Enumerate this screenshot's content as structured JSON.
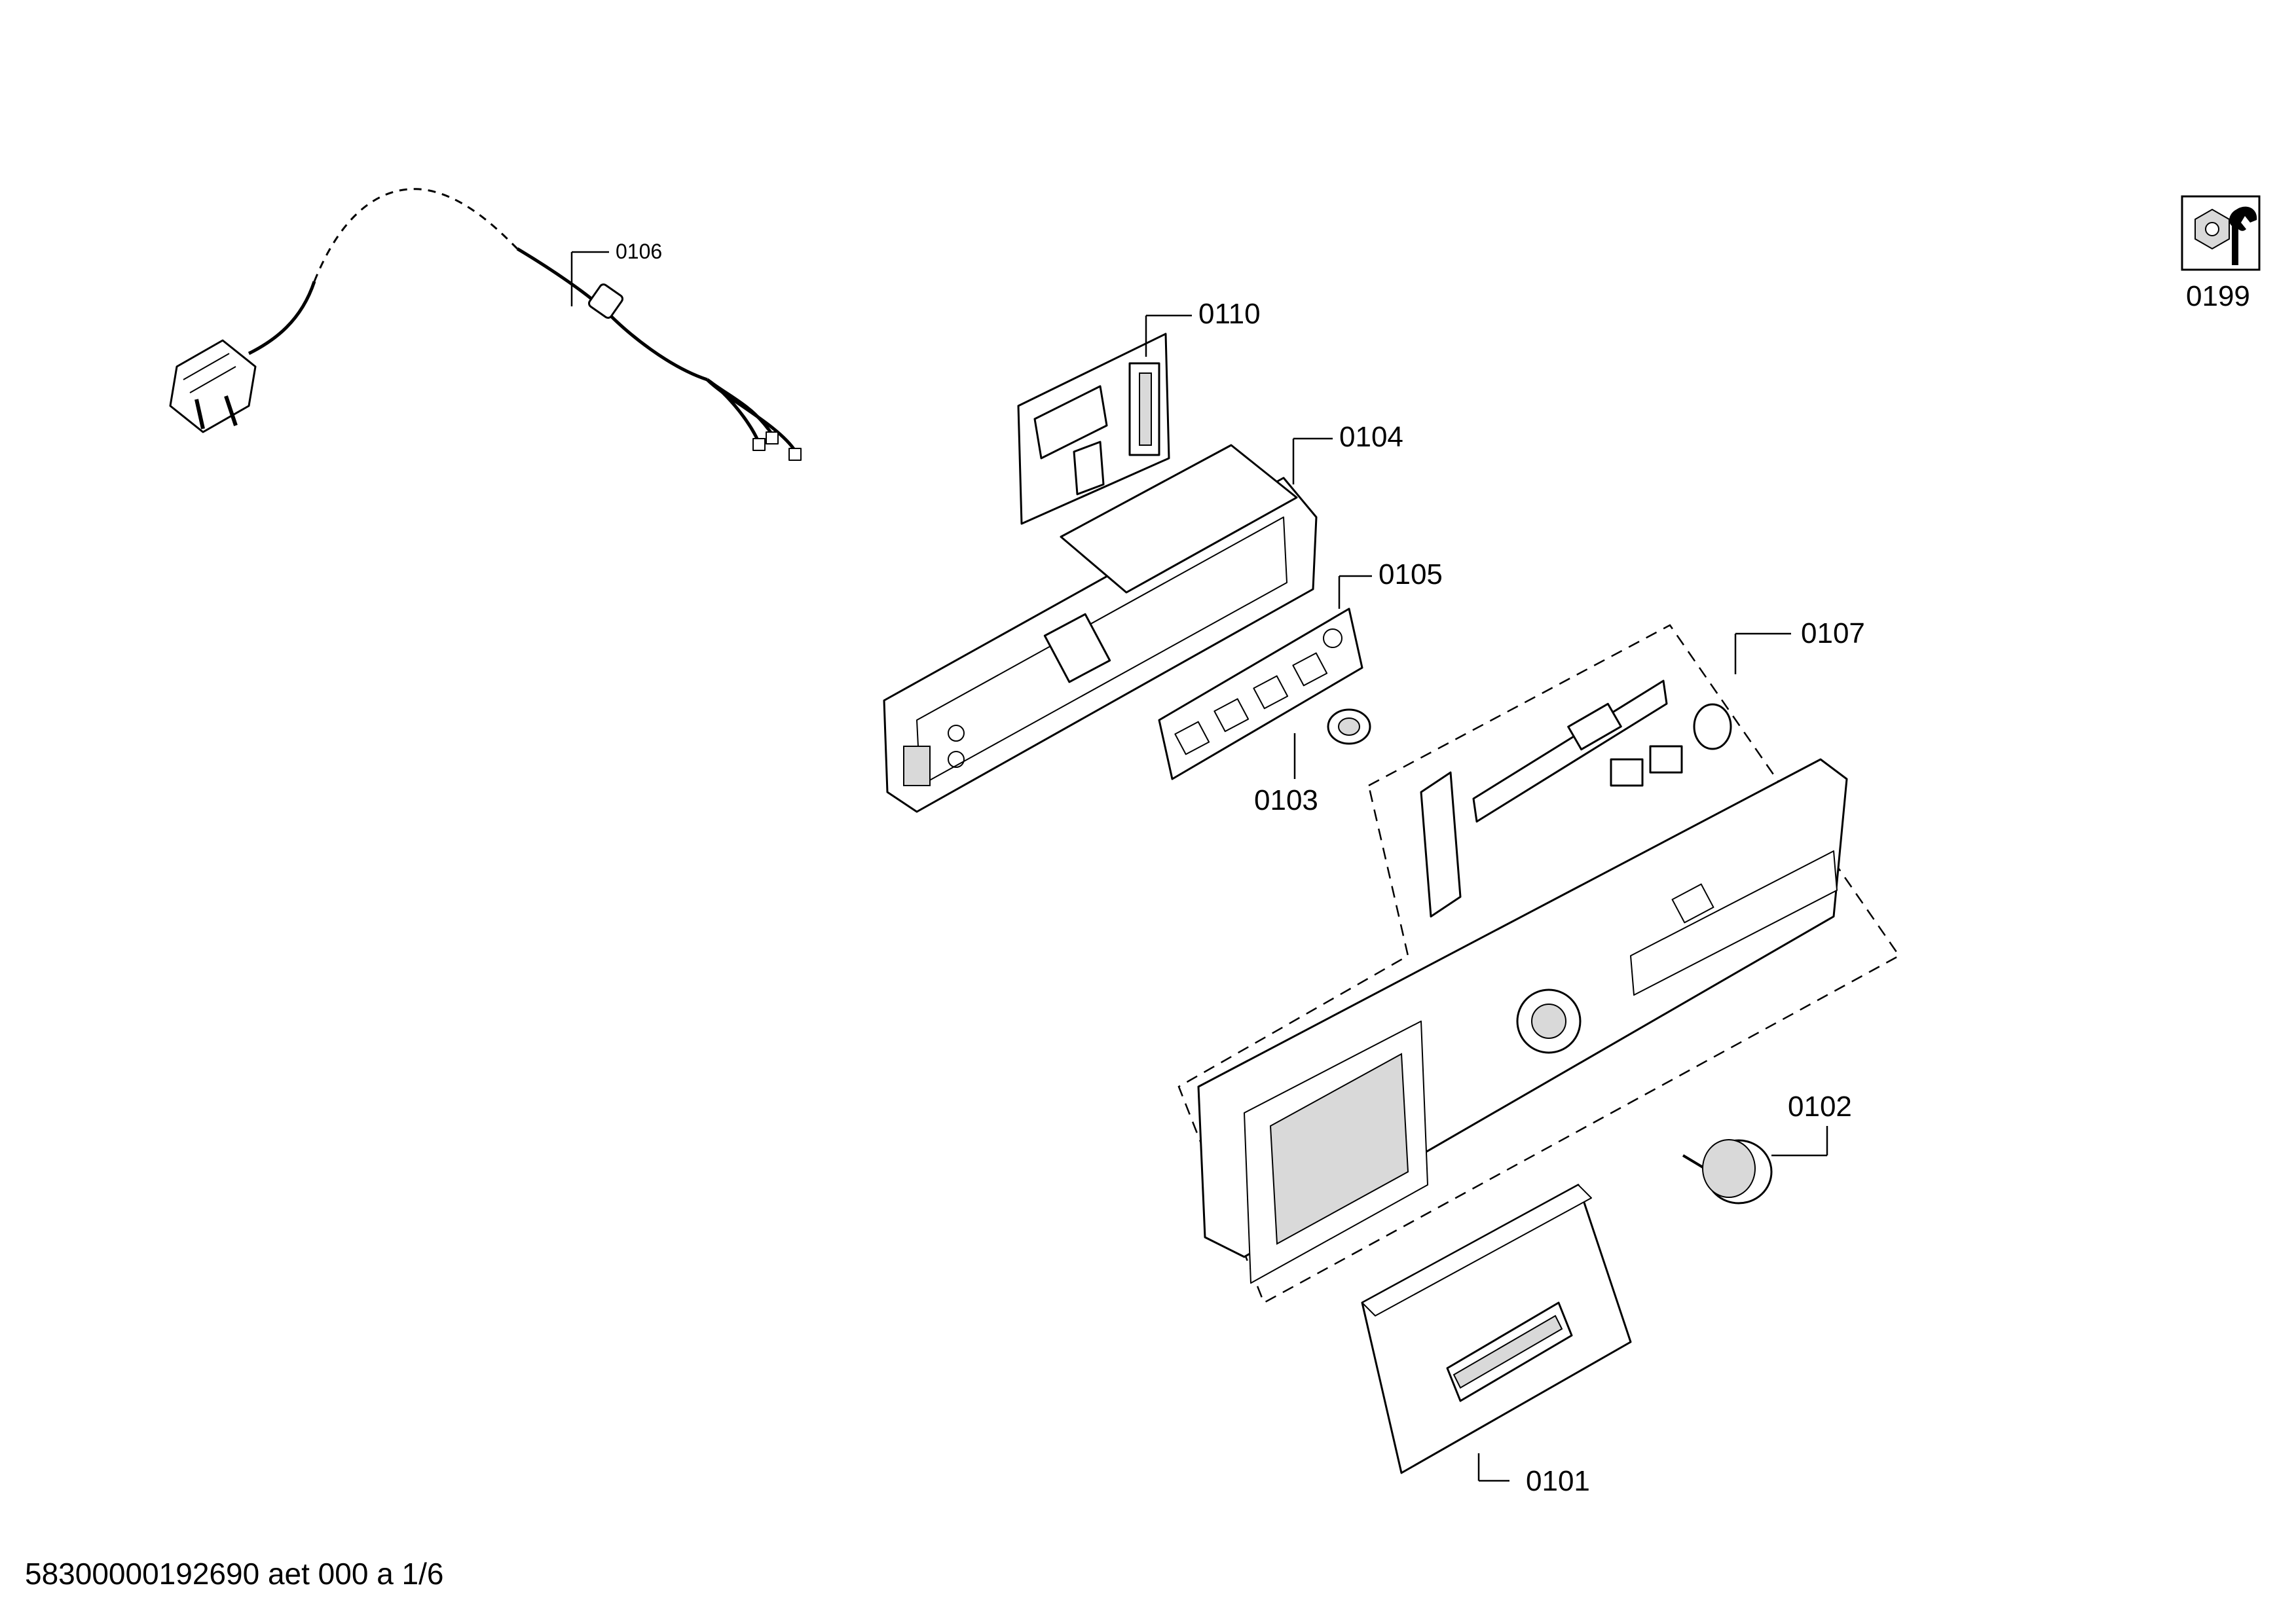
{
  "labels": {
    "p0101": "0101",
    "p0102": "0102",
    "p0103": "0103",
    "p0104": "0104",
    "p0105": "0105",
    "p0106": "0106",
    "p0107": "0107",
    "p0110": "0110",
    "p0199": "0199"
  },
  "footer": {
    "doc_id": "58300000192690 aet 000 a 1/6"
  },
  "icons": {
    "service": "nut-and-wrench-icon"
  }
}
